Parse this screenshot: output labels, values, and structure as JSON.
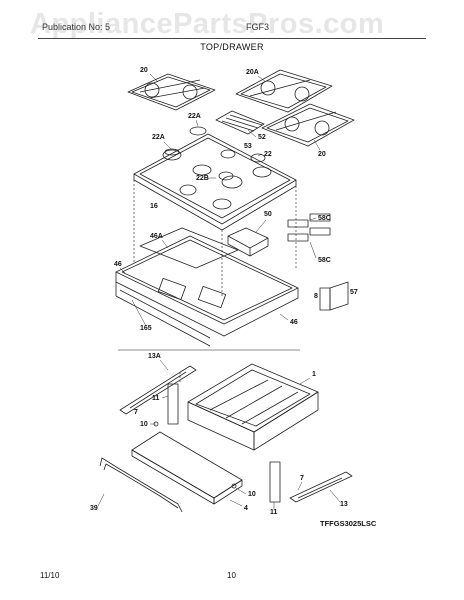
{
  "watermark": "AppliancePartsPros.com",
  "header": {
    "publication_info": "Publication No: 5",
    "model": "FGF3",
    "section_title": "TOP/DRAWER"
  },
  "callouts": {
    "c20a": "20",
    "c20b": "20A",
    "c20c": "20",
    "c22a": "22A",
    "c22b": "22A",
    "c52": "52",
    "c53": "53",
    "c22": "22",
    "c22B": "22B",
    "c16": "16",
    "c50": "50",
    "c58a": "58C",
    "c58b": "58C",
    "c46a": "46A",
    "c46b": "46",
    "c46c": "46",
    "c165": "165",
    "c8": "8",
    "c57": "57",
    "c13a": "13A",
    "c7a": "7",
    "c11a": "11",
    "c10a": "10",
    "c1": "1",
    "c39": "39",
    "c10b": "10",
    "c4": "4",
    "c11b": "11",
    "c7b": "7",
    "c13b": "13"
  },
  "diagram_code": "TFFGS3025LSC",
  "footer": {
    "date": "11/10",
    "page": "10"
  }
}
